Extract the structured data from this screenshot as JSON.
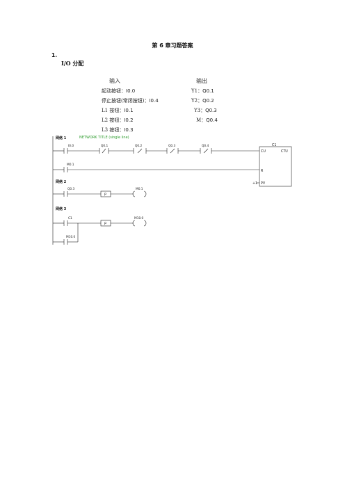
{
  "document": {
    "title": "第 6 章习题答案",
    "section_number": "1.",
    "section_title": "I/O 分配",
    "io_table": {
      "input_header": "输入",
      "output_header": "输出",
      "rows": [
        {
          "input_label": "起动按钮：",
          "input_addr": "I0.0",
          "output_label": "Y1：",
          "output_addr": "Q0.1"
        },
        {
          "input_label": "停止按钮(常闭按钮)：",
          "input_addr": "I0.4",
          "output_label": "Y2：",
          "output_addr": "Q0.2"
        },
        {
          "input_label": "L1 按钮：",
          "input_addr": "I0.1",
          "output_label": "Y3：",
          "output_addr": "Q0.3"
        },
        {
          "input_label": "L2 按钮：",
          "input_addr": "I0.2",
          "output_label": "M：",
          "output_addr": "Q0.4"
        },
        {
          "input_label": "L3 按钮：",
          "input_addr": "I0.3",
          "output_label": "",
          "output_addr": ""
        }
      ]
    }
  },
  "ladder": {
    "network1": {
      "label": "网络 1",
      "title": "NETWORK TITLE (single line)",
      "contacts": [
        "I0.0",
        "Q0.1",
        "Q0.2",
        "Q0.3",
        "Q0.4"
      ],
      "branch_contact": "M0.1",
      "counter": {
        "name": "C1",
        "type": "CTU",
        "cu": "CU",
        "r": "R",
        "pv": "PV",
        "pv_value": "+1"
      }
    },
    "network2": {
      "label": "网络 2",
      "contact": "Q0.3",
      "edge": "P",
      "coil": "M0.1"
    },
    "network3": {
      "label": "网络 3",
      "contact": "C1",
      "branch_contact": "M10.0",
      "edge": "P",
      "coil": "M10.0"
    }
  }
}
